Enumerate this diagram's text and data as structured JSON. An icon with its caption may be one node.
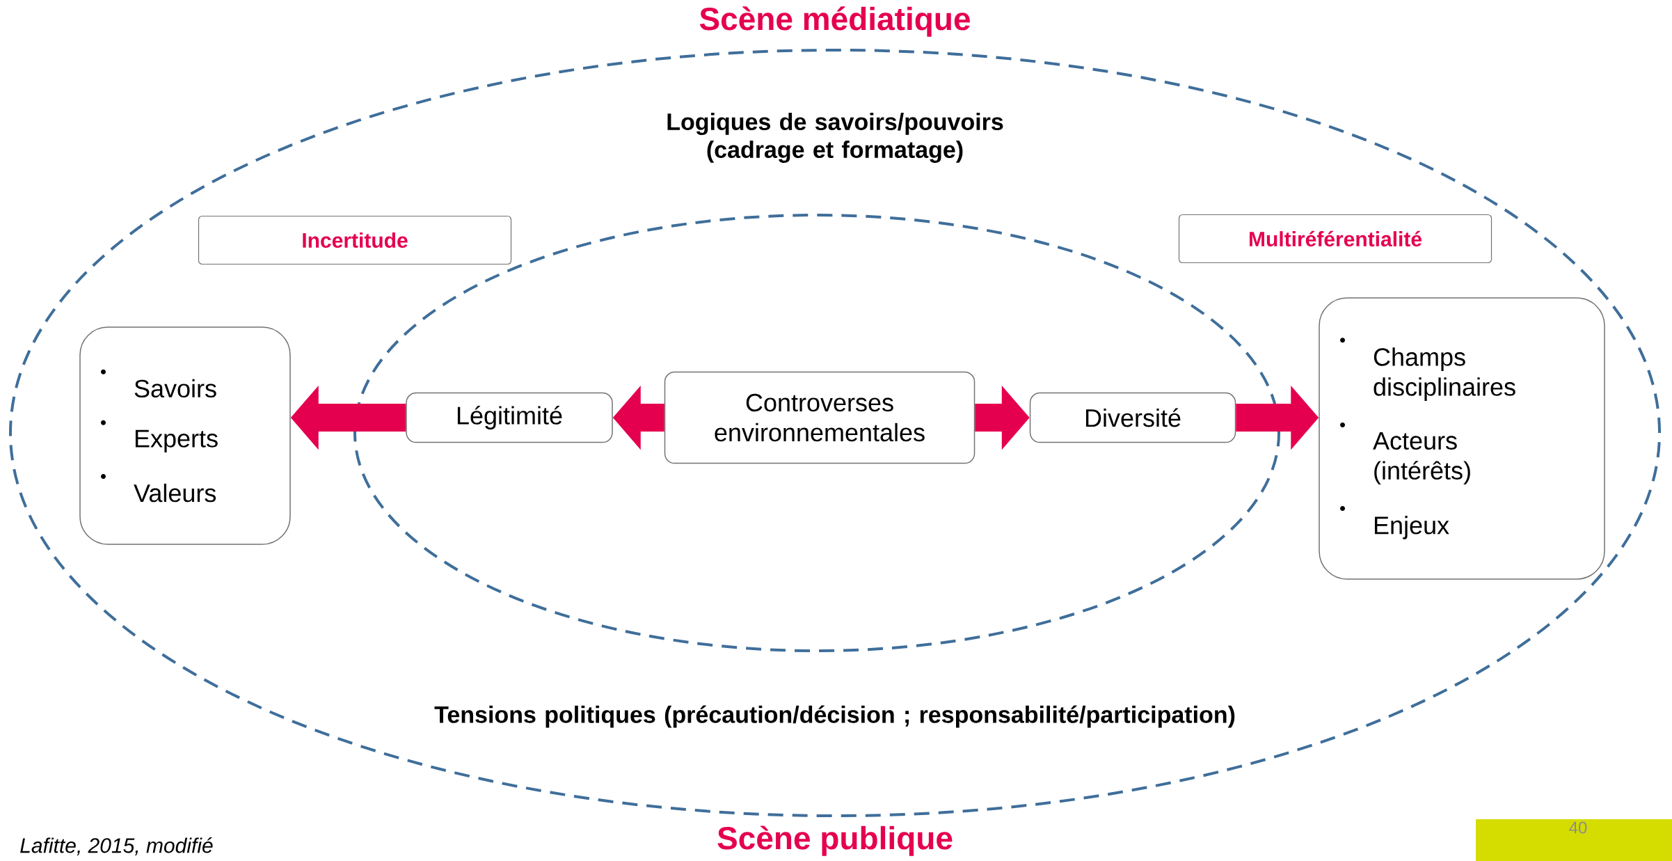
{
  "diagram": {
    "nodes": [
      {
        "text": [
          "Logiques de savoirs/pouvoirs (cadrage et formatage)",
          "Tensions politiques (précaution/décision ; responsabilité/participation)"
        ]
      },
      {
        "text": [],
        "shape": "ellipse",
        "in": 0
      },
      {
        "text": [
          "Incertitude"
        ],
        "in": 0
      },
      {
        "text": [
          "Multiréférentialité"
        ],
        "in": 0
      },
      {
        "text": [
          "Savoirs",
          "Experts",
          "Valeurs"
        ],
        "in": 0
      },
      {
        "text": [
          "Légitimité"
        ],
        "in": 1
      },
      {
        "text": [
          "Controverses environnementales"
        ],
        "in": 1
      },
      {
        "text": [
          "Diversité"
        ],
        "in": 1
      },
      {
        "text": [
          "Champs disciplinaires",
          "Acteurs (intérêts)",
          "Enjeux"
        ],
        "in": 0
      }
    ],
    "edges": [
      {
        "from": 6,
        "to": 5,
        "arrow": "to"
      },
      {
        "from": 5,
        "to": 4,
        "arrow": "to"
      },
      {
        "from": 6,
        "to": 7,
        "arrow": "to"
      },
      {
        "from": 7,
        "to": 8,
        "arrow": "to"
      }
    ],
    "labels": [
      "Scène médiatique",
      "Scène publique",
      "Lafitte, 2015, modifié",
      "40"
    ]
  }
}
